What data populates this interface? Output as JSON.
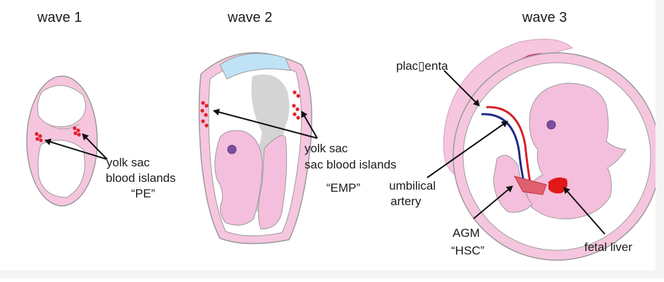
{
  "waves": [
    {
      "title": "wave 1",
      "labels": {
        "site_line1": "yolk sac",
        "site_line2": "blood islands",
        "cell_type": "“PE”"
      }
    },
    {
      "title": "wave 2",
      "labels": {
        "site_line1": "yolk sac",
        "site_line2": "sac blood islands",
        "cell_type": "“EMP”"
      }
    },
    {
      "title": "wave 3",
      "labels": {
        "placenta": "plac▯enta",
        "umbilical_line1": "umbilical",
        "umbilical_line2": "artery",
        "agm_line1": "AGM",
        "agm_line2": "“HSC”",
        "fetal_liver": "fetal liver"
      }
    }
  ],
  "colors": {
    "embryo_pink": "#f4bfdc",
    "outline": "#999999",
    "blood_island_red": "#e0202a",
    "placenta_magenta": "#d9407c",
    "artery_red": "#d6202a",
    "artery_blue": "#1f2a8a",
    "cavity_grey": "#d4d4d4",
    "amnion_blue": "#bfe3f5"
  }
}
